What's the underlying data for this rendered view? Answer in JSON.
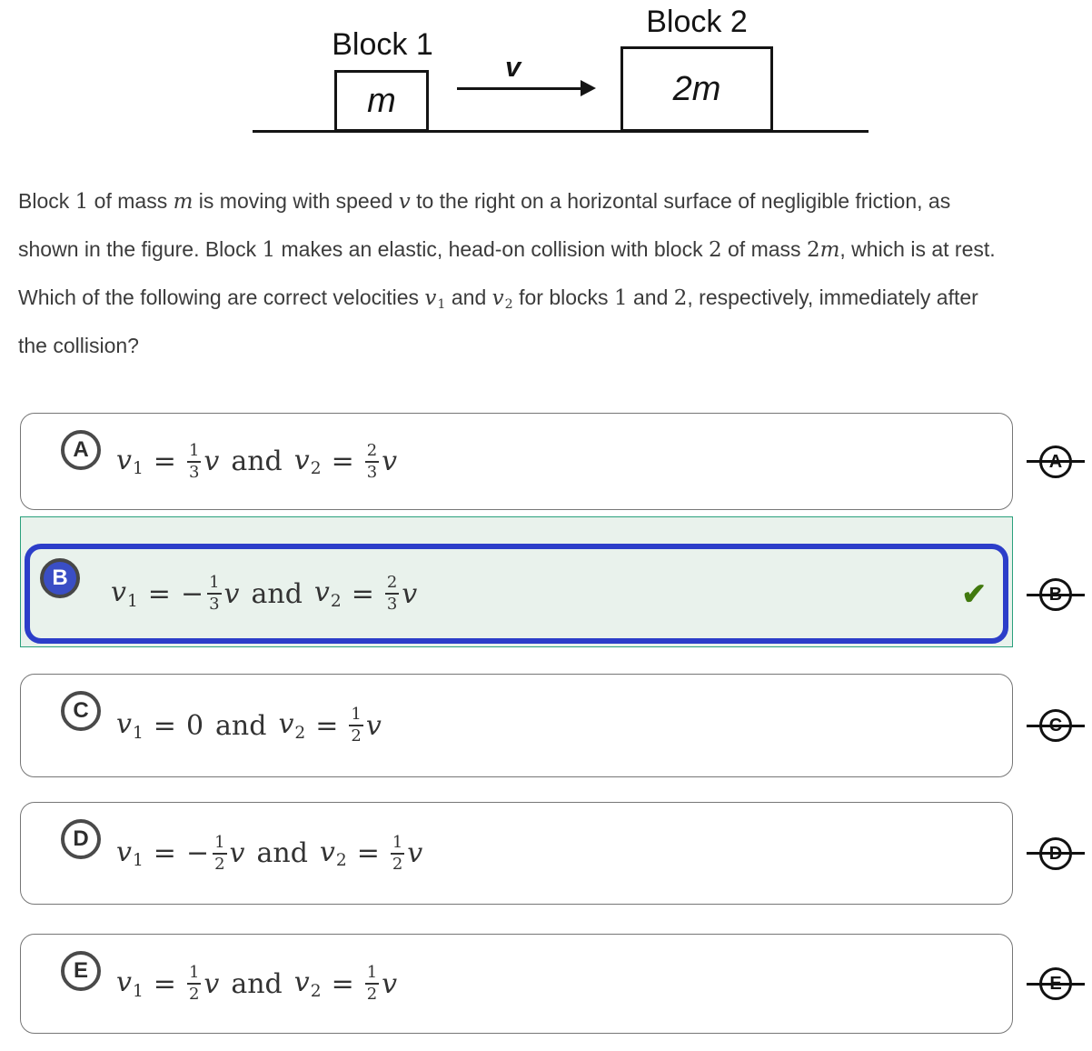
{
  "figure": {
    "block1_label": "Block 1",
    "block1_mass": "m",
    "block2_label": "Block 2",
    "block2_mass": "2m",
    "velocity_label": "v"
  },
  "question": {
    "lines": [
      [
        {
          "t": "text",
          "s": "Block "
        },
        {
          "t": "num",
          "s": "1"
        },
        {
          "t": "text",
          "s": " of mass "
        },
        {
          "t": "var",
          "s": "m"
        },
        {
          "t": "text",
          "s": " is moving with speed "
        },
        {
          "t": "var",
          "s": "v"
        },
        {
          "t": "text",
          "s": " to the right on a horizontal surface of negligible friction, as"
        }
      ],
      [
        {
          "t": "text",
          "s": "shown in the figure. Block "
        },
        {
          "t": "num",
          "s": "1"
        },
        {
          "t": "text",
          "s": " makes an elastic, head-on collision with block "
        },
        {
          "t": "num",
          "s": "2"
        },
        {
          "t": "text",
          "s": " of mass "
        },
        {
          "t": "num",
          "s": "2"
        },
        {
          "t": "var",
          "s": "m"
        },
        {
          "t": "text",
          "s": ", which is at rest."
        }
      ],
      [
        {
          "t": "text",
          "s": "Which of the following are correct velocities "
        },
        {
          "t": "var",
          "s": "v",
          "sub": "1"
        },
        {
          "t": "text",
          "s": " and "
        },
        {
          "t": "var",
          "s": "v",
          "sub": "2"
        },
        {
          "t": "text",
          "s": " for blocks "
        },
        {
          "t": "num",
          "s": "1"
        },
        {
          "t": "text",
          "s": " and "
        },
        {
          "t": "num",
          "s": "2"
        },
        {
          "t": "text",
          "s": ", respectively, immediately after"
        }
      ],
      [
        {
          "t": "text",
          "s": "the collision?"
        }
      ]
    ]
  },
  "options": [
    {
      "letter": "A",
      "selected": false,
      "formula": [
        {
          "t": "var",
          "s": "v",
          "sub": "1"
        },
        {
          "t": "op",
          "s": "="
        },
        {
          "t": "frac",
          "n": "1",
          "d": "3"
        },
        {
          "t": "var",
          "s": "v"
        },
        {
          "t": "word",
          "s": "and"
        },
        {
          "t": "var",
          "s": "v",
          "sub": "2"
        },
        {
          "t": "op",
          "s": "="
        },
        {
          "t": "frac",
          "n": "2",
          "d": "3"
        },
        {
          "t": "var",
          "s": "v"
        }
      ]
    },
    {
      "letter": "B",
      "selected": true,
      "formula": [
        {
          "t": "var",
          "s": "v",
          "sub": "1"
        },
        {
          "t": "op",
          "s": "="
        },
        {
          "t": "op",
          "s": "−"
        },
        {
          "t": "frac",
          "n": "1",
          "d": "3"
        },
        {
          "t": "var",
          "s": "v"
        },
        {
          "t": "word",
          "s": "and"
        },
        {
          "t": "var",
          "s": "v",
          "sub": "2"
        },
        {
          "t": "op",
          "s": "="
        },
        {
          "t": "frac",
          "n": "2",
          "d": "3"
        },
        {
          "t": "var",
          "s": "v"
        }
      ]
    },
    {
      "letter": "C",
      "selected": false,
      "formula": [
        {
          "t": "var",
          "s": "v",
          "sub": "1"
        },
        {
          "t": "op",
          "s": "="
        },
        {
          "t": "num",
          "s": "0"
        },
        {
          "t": "word",
          "s": "and"
        },
        {
          "t": "var",
          "s": "v",
          "sub": "2"
        },
        {
          "t": "op",
          "s": "="
        },
        {
          "t": "frac",
          "n": "1",
          "d": "2"
        },
        {
          "t": "var",
          "s": "v"
        }
      ]
    },
    {
      "letter": "D",
      "selected": false,
      "formula": [
        {
          "t": "var",
          "s": "v",
          "sub": "1"
        },
        {
          "t": "op",
          "s": "="
        },
        {
          "t": "op",
          "s": "−"
        },
        {
          "t": "frac",
          "n": "1",
          "d": "2"
        },
        {
          "t": "var",
          "s": "v"
        },
        {
          "t": "word",
          "s": "and"
        },
        {
          "t": "var",
          "s": "v",
          "sub": "2"
        },
        {
          "t": "op",
          "s": "="
        },
        {
          "t": "frac",
          "n": "1",
          "d": "2"
        },
        {
          "t": "var",
          "s": "v"
        }
      ]
    },
    {
      "letter": "E",
      "selected": false,
      "formula": [
        {
          "t": "var",
          "s": "v",
          "sub": "1"
        },
        {
          "t": "op",
          "s": "="
        },
        {
          "t": "frac",
          "n": "1",
          "d": "2"
        },
        {
          "t": "var",
          "s": "v"
        },
        {
          "t": "word",
          "s": "and"
        },
        {
          "t": "var",
          "s": "v",
          "sub": "2"
        },
        {
          "t": "op",
          "s": "="
        },
        {
          "t": "frac",
          "n": "1",
          "d": "2"
        },
        {
          "t": "var",
          "s": "v"
        }
      ]
    }
  ],
  "icons": {
    "correct_checkmark": "✔"
  },
  "colors": {
    "selected_border_blue": "#2c3ec9",
    "selected_bg_green": "#e9f2ec",
    "selected_outline_teal": "#2aa07c",
    "selected_badge_blue": "#3a4ec5",
    "checkmark_green": "#41790e",
    "card_border_gray": "#767676"
  }
}
